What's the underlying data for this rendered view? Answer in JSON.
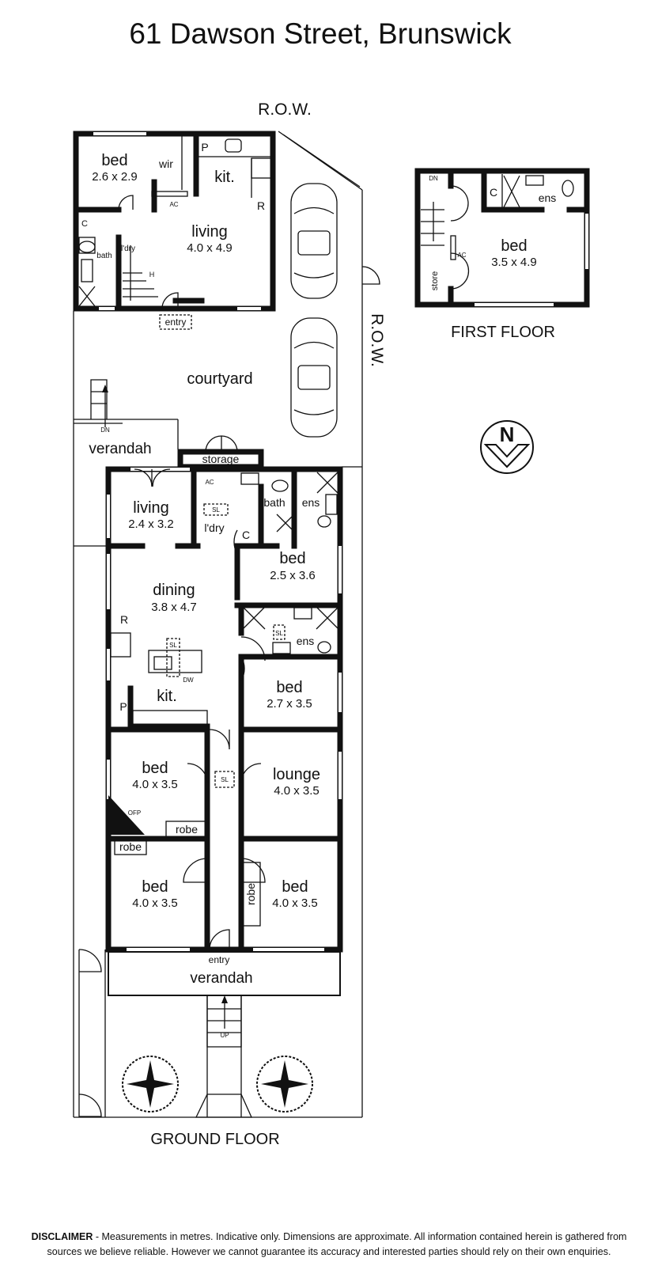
{
  "title": "61 Dawson Street, Brunswick",
  "site": {
    "row_top": "R.O.W.",
    "row_side": "R.O.W.",
    "courtyard": "courtyard",
    "ground_floor_label": "GROUND FLOOR",
    "first_floor_label": "FIRST FLOOR",
    "compass_letter": "N"
  },
  "studio": {
    "bed": {
      "name": "bed",
      "dims": "2.6 x 2.9"
    },
    "wir": "wir",
    "kit": "kit.",
    "pantry": "P",
    "fridge": "R",
    "ac": "AC",
    "living": {
      "name": "living",
      "dims": "4.0 x 4.9"
    },
    "cupboard": "C",
    "bath": "bath",
    "laundry": "l'dry",
    "heater": "H",
    "entry": "entry"
  },
  "first_floor": {
    "dn": "DN",
    "cupboard": "C",
    "ens": "ens",
    "ac": "AC",
    "store": "store",
    "bed": {
      "name": "bed",
      "dims": "3.5 x 4.9"
    }
  },
  "house": {
    "rear_verandah": "verandah",
    "dn": "DN",
    "storage": "storage",
    "ac": "AC",
    "living": {
      "name": "living",
      "dims": "2.4 x 3.2"
    },
    "laundry": "l'dry",
    "sl1": "SL",
    "bath": "bath",
    "ens1": "ens",
    "cupboard": "C",
    "bed1": {
      "name": "bed",
      "dims": "2.5 x 3.6"
    },
    "dining": {
      "name": "dining",
      "dims": "3.8 x 4.7"
    },
    "fridge": "R",
    "sl2": "SL",
    "ens2": "ens",
    "sl3": "SL",
    "dw": "DW",
    "kit": "kit.",
    "pantry": "P",
    "bed2": {
      "name": "bed",
      "dims": "2.7 x 3.5"
    },
    "bed3": {
      "name": "bed",
      "dims": "4.0 x 3.5"
    },
    "sl4": "SL",
    "lounge": {
      "name": "lounge",
      "dims": "4.0 x 3.5"
    },
    "ofp": "OFP",
    "robe1": "robe",
    "robe2": "robe",
    "robe3": "robe",
    "bed4": {
      "name": "bed",
      "dims": "4.0 x 3.5"
    },
    "bed5": {
      "name": "bed",
      "dims": "4.0 x 3.5"
    },
    "entry": "entry",
    "front_verandah": "verandah",
    "up": "UP"
  },
  "disclaimer": {
    "heading": "DISCLAIMER",
    "text": " - Measurements in metres. Indicative only. Dimensions are approximate. All information contained herein is gathered from sources we believe reliable. However we cannot guarantee its accuracy and interested parties should rely on their own enquiries."
  }
}
